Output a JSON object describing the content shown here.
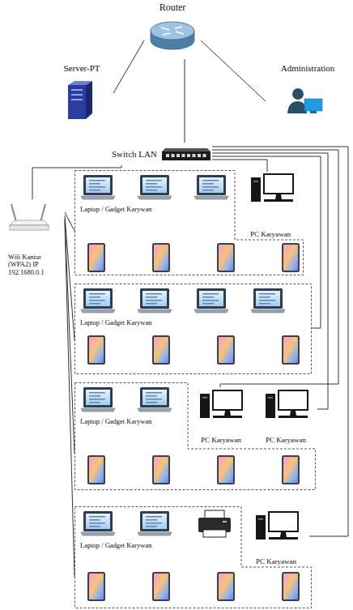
{
  "diagram": {
    "nodes": [
      {
        "text": [
          "Router"
        ]
      },
      {
        "text": [
          "Server-PT"
        ]
      },
      {
        "text": [
          "Administration"
        ]
      },
      {
        "text": [
          "Switch LAN"
        ]
      },
      {
        "text": [
          "Wifi Kantor (WPA2) IP 192.1680.0.1"
        ]
      },
      {
        "text": [
          "Laptop / Gadget Karywan"
        ]
      },
      {
        "text": [
          "PC Karyawan"
        ]
      },
      {
        "text": [
          "Laptop / Gadget Karywan"
        ]
      },
      {
        "text": [
          "Laptop / Gadget Karywan"
        ]
      },
      {
        "text": [
          "PC Karyawan"
        ]
      },
      {
        "text": [
          "PC Karyawan"
        ]
      },
      {
        "text": [
          "Laptop / Gadget Karywan"
        ]
      },
      {
        "text": [
          "PC Karyawan"
        ]
      }
    ],
    "edges": [
      {
        "from": 0,
        "to": 1,
        "arrow": "none"
      },
      {
        "from": 0,
        "to": 2,
        "arrow": "none"
      },
      {
        "from": 0,
        "to": 3,
        "arrow": "none"
      },
      {
        "from": 3,
        "to": 4,
        "arrow": "none"
      },
      {
        "from": 3,
        "to": 6,
        "arrow": "none"
      },
      {
        "from": 3,
        "to": 7,
        "arrow": "none"
      },
      {
        "from": 3,
        "to": 9,
        "arrow": "none"
      },
      {
        "from": 3,
        "to": 10,
        "arrow": "none"
      },
      {
        "from": 3,
        "to": 12,
        "arrow": "none"
      },
      {
        "from": 4,
        "to": 5,
        "arrow": "none"
      },
      {
        "from": 4,
        "to": 7,
        "arrow": "none"
      },
      {
        "from": 4,
        "to": 8,
        "arrow": "none"
      },
      {
        "from": 4,
        "to": 11,
        "arrow": "none"
      }
    ]
  }
}
